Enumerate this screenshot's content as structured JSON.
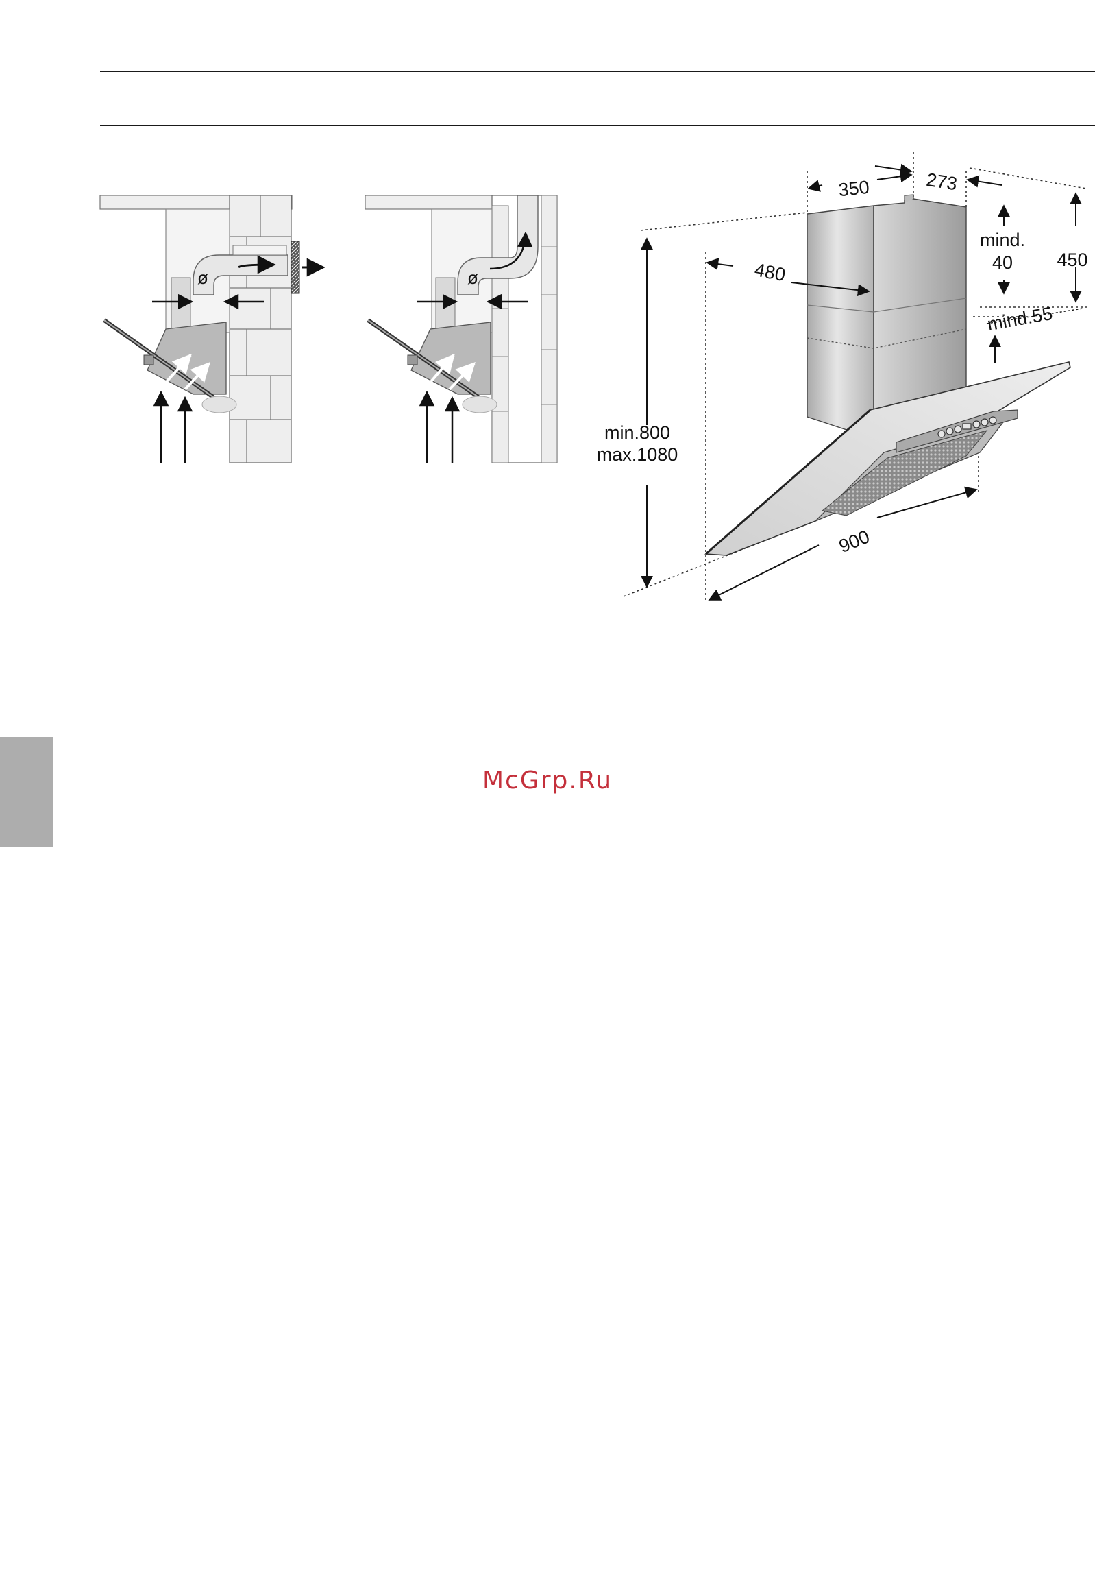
{
  "header": {
    "title": ""
  },
  "figure_left": {
    "exhaust_outside": {
      "diameter_symbol": "ø"
    },
    "exhaust_chimney": {
      "diameter_symbol": "ø"
    }
  },
  "figure_right": {
    "dimensions": {
      "width_chimney": "350",
      "depth_chimney": "273",
      "depth_hood": "480",
      "min_gap": "mind.",
      "min_gap_value": "40",
      "chimney_height": "450",
      "overlap": "mind.55",
      "height_min": "min.800",
      "height_max": "max.1080",
      "width_hood": "900"
    }
  },
  "watermark": "McGrp.Ru",
  "colors": {
    "tab": "#adadad",
    "watermark": "#c4303b",
    "wall": "#f0f0f0",
    "hood": "#c8c8c8"
  }
}
